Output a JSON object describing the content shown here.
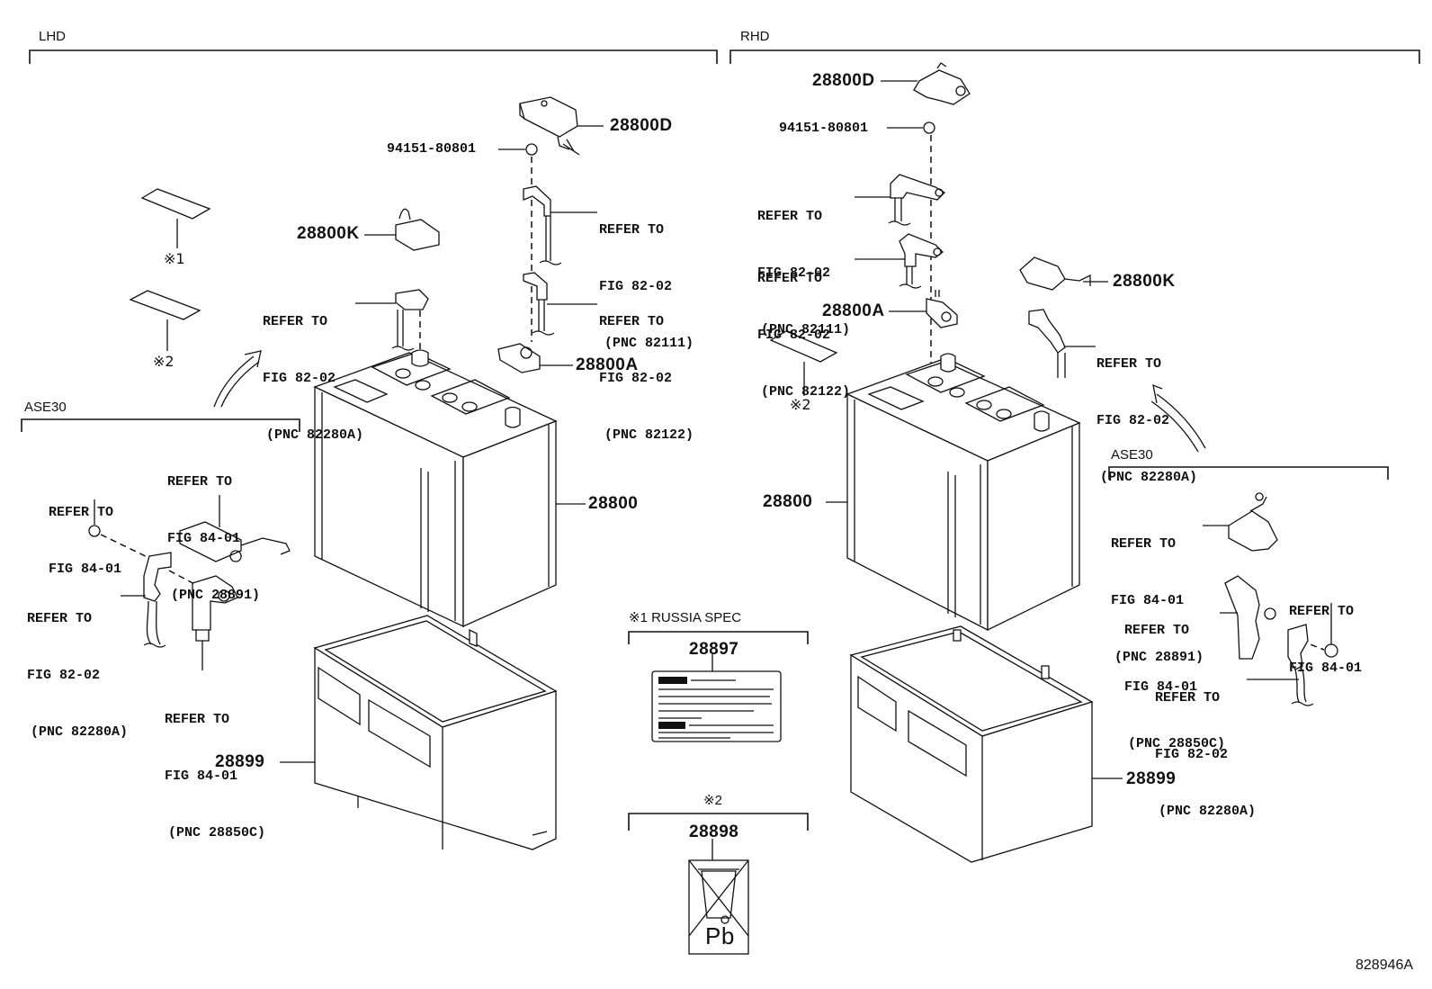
{
  "diagram_id": "828946A",
  "sections": {
    "lhd": "LHD",
    "rhd": "RHD",
    "ase30_left": "ASE30",
    "ase30_right": "ASE30",
    "russia_spec": "※1 RUSSIA SPEC",
    "note2": "※2"
  },
  "markers": {
    "m1": "※1",
    "m2": "※2",
    "m2_rhd": "※2"
  },
  "parts": {
    "terminal_cover": "28800D",
    "nut": "94151-80801",
    "cover_k": "28800K",
    "clamp_a": "28800A",
    "battery": "28800",
    "tray": "28899",
    "label_russia": "28897",
    "label_pb": "28898"
  },
  "refs": {
    "lhd_82111": [
      "REFER TO",
      "FIG 82-02",
      "(PNC 82111)"
    ],
    "lhd_82122": [
      "REFER TO",
      "FIG 82-02",
      "(PNC 82122)"
    ],
    "lhd_82280a": [
      "REFER TO",
      "FIG 82-02",
      "(PNC 82280A)"
    ],
    "lhd_ase_28891": [
      "REFER TO",
      "FIG 84-01",
      "(PNC 28891)"
    ],
    "lhd_ase_nut": [
      "REFER TO",
      "FIG 84-01"
    ],
    "lhd_ase_82280a": [
      "REFER TO",
      "FIG 82-02",
      "(PNC 82280A)"
    ],
    "lhd_ase_28850c": [
      "REFER TO",
      "FIG 84-01",
      "(PNC 28850C)"
    ],
    "rhd_82111": [
      "REFER TO",
      "FIG 82-02",
      "(PNC 82111)"
    ],
    "rhd_82122": [
      "REFER TO",
      "FIG 82-02",
      "(PNC 82122)"
    ],
    "rhd_82280a": [
      "REFER TO",
      "FIG 82-02",
      "(PNC 82280A)"
    ],
    "rhd_ase_28891": [
      "REFER TO",
      "FIG 84-01",
      "(PNC 28891)"
    ],
    "rhd_ase_28850c": [
      "REFER TO",
      "FIG 84-01",
      "(PNC 28850C)"
    ],
    "rhd_ase_nut": [
      "REFER TO",
      "FIG 84-01"
    ],
    "rhd_ase_82280a": [
      "REFER TO",
      "FIG 82-02",
      "(PNC 82280A)"
    ]
  },
  "label_pb_symbol": "Pb"
}
